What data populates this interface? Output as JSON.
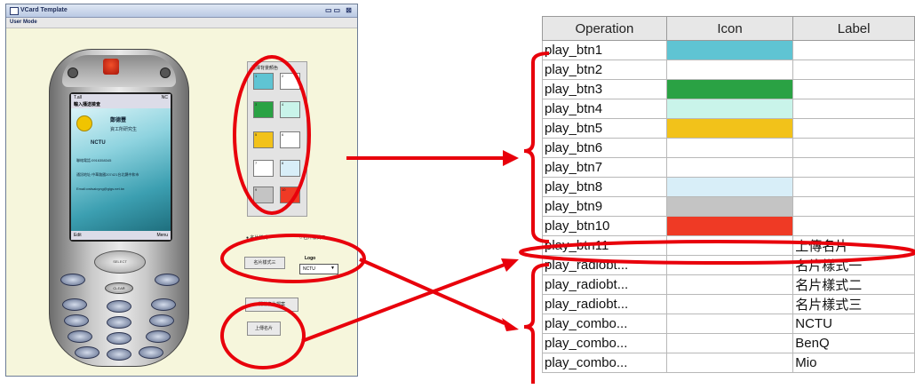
{
  "window": {
    "title": "VCard Template",
    "menu": "User Mode",
    "controls": "▭▭ ⊠"
  },
  "phone": {
    "status_signal": "T.all",
    "status_mid": "NC",
    "status_sub": "輸入播送檢查",
    "card_name": "鄭德豐",
    "card_dept": "資工所研究生",
    "card_org": "NCTU",
    "card_phone": "聯絡電話:0916358345",
    "card_address": "通訊地址:中華路國207421台北縣中和市",
    "card_email": "Email:cwtsaicyng@gigs.net.tw",
    "soft_left": "Edit",
    "soft_right": "Menu",
    "nav_label": "SELECT",
    "clear_label": "CLEAR"
  },
  "panel": {
    "palette_title": "選擇背景顏色",
    "swatch_numbers": [
      "1",
      "2",
      "3",
      "4",
      "5",
      "6",
      "7",
      "8",
      "9",
      "10"
    ],
    "radio1": "● 名片樣式一",
    "radio2": "○ 名片樣式二",
    "btn_style3": "名片樣式三",
    "logo_label": "Logo",
    "combo_value": "NCTU",
    "btn_import": "開啟名片檔案",
    "btn_upload": "上傳名片"
  },
  "table": {
    "headers": [
      "Operation",
      "Icon",
      "Label"
    ],
    "rows": [
      {
        "op": "play_btn1",
        "label": ""
      },
      {
        "op": "play_btn2",
        "label": ""
      },
      {
        "op": "play_btn3",
        "label": ""
      },
      {
        "op": "play_btn4",
        "label": ""
      },
      {
        "op": "play_btn5",
        "label": ""
      },
      {
        "op": "play_btn6",
        "label": ""
      },
      {
        "op": "play_btn7",
        "label": ""
      },
      {
        "op": "play_btn8",
        "label": ""
      },
      {
        "op": "play_btn9",
        "label": ""
      },
      {
        "op": "play_btn10",
        "label": ""
      },
      {
        "op": "play_btn11",
        "label": "上傳名片"
      },
      {
        "op": "play_radiobt...",
        "label": "名片樣式一"
      },
      {
        "op": "play_radiobt...",
        "label": "名片樣式二"
      },
      {
        "op": "play_radiobt...",
        "label": "名片樣式三"
      },
      {
        "op": "play_combo...",
        "label": "NCTU"
      },
      {
        "op": "play_combo...",
        "label": "BenQ"
      },
      {
        "op": "play_combo...",
        "label": "Mio"
      }
    ]
  },
  "colors": {
    "annotation": "#e8000b",
    "icon_swatches": [
      "#5fc4d3",
      "#ffffff",
      "#2aa244",
      "#c9f4ea",
      "#f2c21a",
      "#ffffff",
      "#ffffff",
      "#d8eef8",
      "#c4c4c4",
      "#ef3a25"
    ]
  }
}
